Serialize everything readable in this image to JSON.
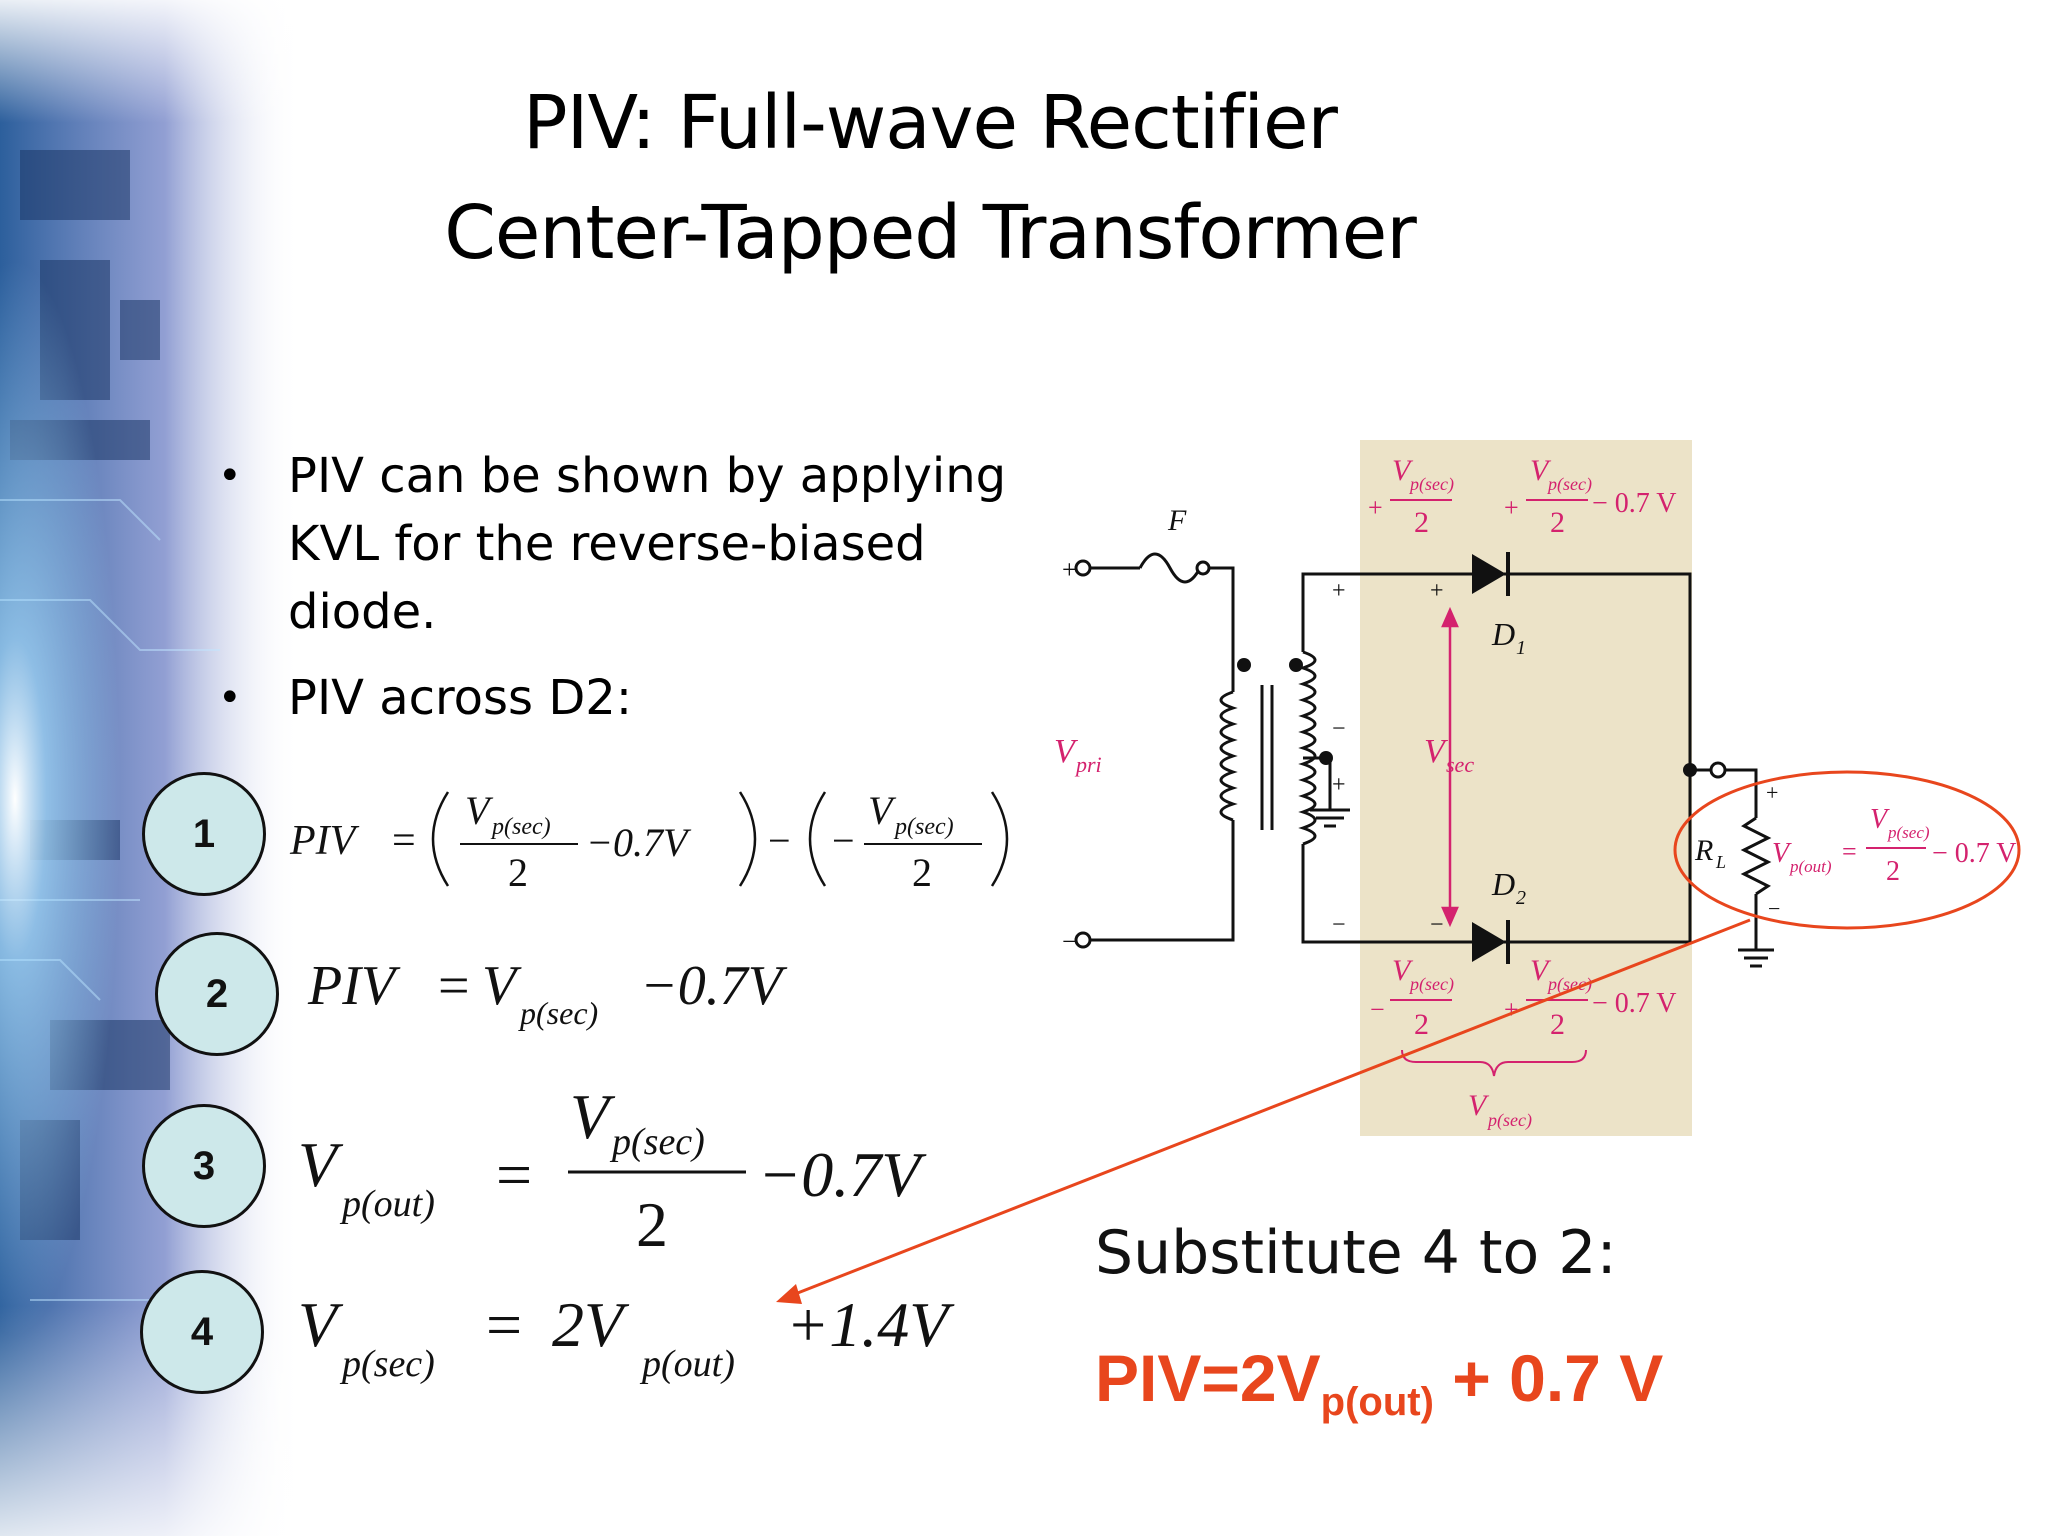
{
  "slide": {
    "title_line1": "PIV: Full-wave Rectifier",
    "title_line2": "Center-Tapped Transformer",
    "bullets": [
      {
        "marker": "•",
        "text": "PIV can be shown by applying KVL for the reverse-biased diode."
      },
      {
        "marker": "•",
        "text": "PIV across D2:"
      }
    ],
    "equation_badges": [
      "1",
      "2",
      "3",
      "4"
    ],
    "equations": {
      "eq1": {
        "lhs": "PIV",
        "equals": "=",
        "frac_num": "V",
        "frac_num_sub": "p(sec)",
        "frac_den": "2",
        "minus_07": "−0.7V",
        "minus": "−"
      },
      "eq2": {
        "lhs": "PIV",
        "equals": "=",
        "v": "V",
        "v_sub": "p(sec)",
        "tail": "−0.7V"
      },
      "eq3": {
        "lhs": "V",
        "lhs_sub": "p(out)",
        "equals": "=",
        "frac_num": "V",
        "frac_num_sub": "p(sec)",
        "frac_den": "2",
        "tail": "−0.7V"
      },
      "eq4": {
        "lhs": "V",
        "lhs_sub": "p(sec)",
        "equals": "=",
        "coef": "2V",
        "coef_sub": "p(out)",
        "tail": "+1.4V"
      }
    },
    "substitute_text": "Substitute 4 to 2:",
    "result": {
      "prefix": "PIV=2V",
      "sub": "p(out)",
      "suffix": " + 0.7 V"
    },
    "colors": {
      "result": "#e8461d",
      "badge_fill": "#cde8ea",
      "circuit_panel": "#ece3c8",
      "magenta": "#d4226e",
      "annotation_red": "#e8461d"
    }
  },
  "circuit": {
    "fuse_label": "F",
    "v_pri": "V",
    "v_pri_sub": "pri",
    "v_sec": "V",
    "v_sec_sub": "sec",
    "d1": "D",
    "d1_sub": "1",
    "d2": "D",
    "d2_sub": "2",
    "rl": "R",
    "rl_sub": "L",
    "plus": "+",
    "minus": "−",
    "top_left_label": "V",
    "top_left_sub": "p(sec)",
    "top_left_den": "2",
    "top_right_label": "V",
    "top_right_sub": "p(sec)",
    "top_right_den": "2",
    "drop": "− 0.7 V",
    "bottom_left_label": "V",
    "bottom_left_sub": "p(sec)",
    "bottom_left_den": "2",
    "bottom_right_label": "V",
    "bottom_right_sub": "p(sec)",
    "bottom_right_den": "2",
    "brace_label": "V",
    "brace_sub": "p(sec)",
    "out_label": "V",
    "out_sub": "p(out)",
    "out_eq": "=",
    "out_num": "V",
    "out_num_sub": "p(sec)",
    "out_den": "2",
    "out_drop": "− 0.7 V"
  }
}
